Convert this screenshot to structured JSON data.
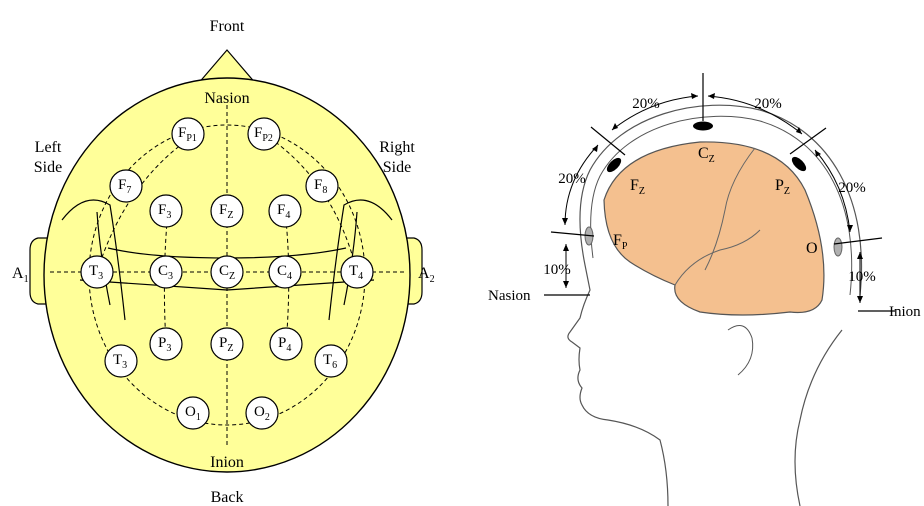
{
  "colors": {
    "head_fill": "#ffff99",
    "brain_fill": "#f4c08f",
    "line": "#000000",
    "ear_marker": "#b0b0b0"
  },
  "top_view": {
    "front": "Front",
    "back": "Back",
    "nasion": "Nasion",
    "inion": "Inion",
    "left_side": [
      "Left",
      "Side"
    ],
    "right_side": [
      "Right",
      "Side"
    ],
    "left_ear": {
      "base": "A",
      "sub": "1"
    },
    "right_ear": {
      "base": "A",
      "sub": "2"
    },
    "electrodes": [
      {
        "id": "fp1",
        "base": "F",
        "sub": "P1"
      },
      {
        "id": "fp2",
        "base": "F",
        "sub": "P2"
      },
      {
        "id": "f7",
        "base": "F",
        "sub": "7"
      },
      {
        "id": "f8",
        "base": "F",
        "sub": "8"
      },
      {
        "id": "f3",
        "base": "F",
        "sub": "3"
      },
      {
        "id": "fz",
        "base": "F",
        "sub": "Z"
      },
      {
        "id": "f4",
        "base": "F",
        "sub": "4"
      },
      {
        "id": "t3",
        "base": "T",
        "sub": "3"
      },
      {
        "id": "c3",
        "base": "C",
        "sub": "3"
      },
      {
        "id": "cz",
        "base": "C",
        "sub": "Z"
      },
      {
        "id": "c4",
        "base": "C",
        "sub": "4"
      },
      {
        "id": "t4",
        "base": "T",
        "sub": "4"
      },
      {
        "id": "t5",
        "base": "T",
        "sub": "3"
      },
      {
        "id": "p3",
        "base": "P",
        "sub": "3"
      },
      {
        "id": "pz",
        "base": "P",
        "sub": "Z"
      },
      {
        "id": "p4",
        "base": "P",
        "sub": "4"
      },
      {
        "id": "t6",
        "base": "T",
        "sub": "6"
      },
      {
        "id": "o1",
        "base": "O",
        "sub": "1"
      },
      {
        "id": "o2",
        "base": "O",
        "sub": "2"
      }
    ]
  },
  "side_view": {
    "nasion": "Nasion",
    "inion": "Inion",
    "percentages": {
      "top_left": "20%",
      "top_right": "20%",
      "left_upper": "20%",
      "right_upper": "20%",
      "left_lower": "10%",
      "right_lower": "10%"
    },
    "electrodes": [
      {
        "id": "cz",
        "base": "C",
        "sub": "Z"
      },
      {
        "id": "fz",
        "base": "F",
        "sub": "Z"
      },
      {
        "id": "pz",
        "base": "P",
        "sub": "Z"
      },
      {
        "id": "fp",
        "base": "F",
        "sub": "P"
      },
      {
        "id": "o",
        "base": "O",
        "sub": ""
      }
    ]
  }
}
